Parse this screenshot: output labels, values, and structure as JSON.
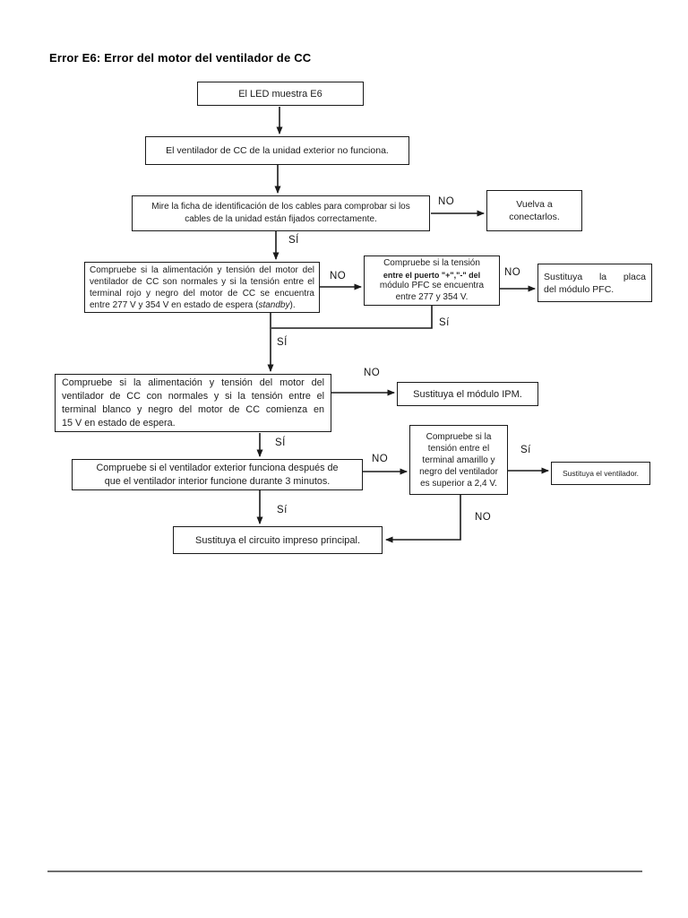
{
  "title": "Error E6: Error del motor del ventilador de CC",
  "labels": {
    "si": "SÍ",
    "si_mixed": "Sí",
    "no": "NO"
  },
  "colors": {
    "line": "#1a1a1a",
    "divider": "#6e6e6e"
  },
  "nodes": {
    "led": {
      "text": "El LED muestra E6"
    },
    "fan_fail": {
      "text": "El ventilador de CC de la unidad exterior no funciona."
    },
    "check_cables": {
      "line1": "Mire la ficha de identificación de los cables para comprobar si los",
      "line2": "cables de la unidad están fijados correctamente."
    },
    "reconnect": {
      "line1": "Vuelva a",
      "line2": "conectarlos."
    },
    "check_red_black": {
      "line1": "Compruebe si la alimentación y tensión del motor del",
      "line2": "ventilador de CC son normales y si la tensión entre el",
      "line3": "terminal rojo y negro del motor de CC se encuentra",
      "line4_pre": "entre 277 V y 354 V en estado de espera (",
      "line4_italic": "standby",
      "line4_post": ")."
    },
    "check_pfc": {
      "line1": "Compruebe si la tensión",
      "line2": "entre el puerto \"+\",\"-\" del",
      "line3": "módulo PFC se encuentra",
      "line4": "entre 277 y 354 V."
    },
    "replace_pfc": {
      "line1": "Sustituya la placa",
      "line2": "del módulo PFC."
    },
    "check_white_black": {
      "line1": "Compruebe si la alimentación y tensión del motor del",
      "line2": "ventilador de CC con normales y si la tensión entre el",
      "line3": "terminal blanco y negro del motor de CC comienza en",
      "line4": "15 V en estado de espera."
    },
    "replace_ipm": {
      "text": "Sustituya el módulo IPM."
    },
    "check_3min": {
      "line1": "Compruebe si el ventilador exterior funciona después de",
      "line2": "que el ventilador interior funcione durante 3 minutos."
    },
    "check_yellow_black": {
      "line1": "Compruebe si la",
      "line2": "tensión entre el",
      "line3": "terminal amarillo y",
      "line4": "negro del ventilador",
      "line5": "es superior a 2,4 V."
    },
    "replace_fan": {
      "text": "Sustituya el ventilador."
    },
    "replace_main_board": {
      "text": "Sustituya el circuito impreso principal."
    }
  }
}
